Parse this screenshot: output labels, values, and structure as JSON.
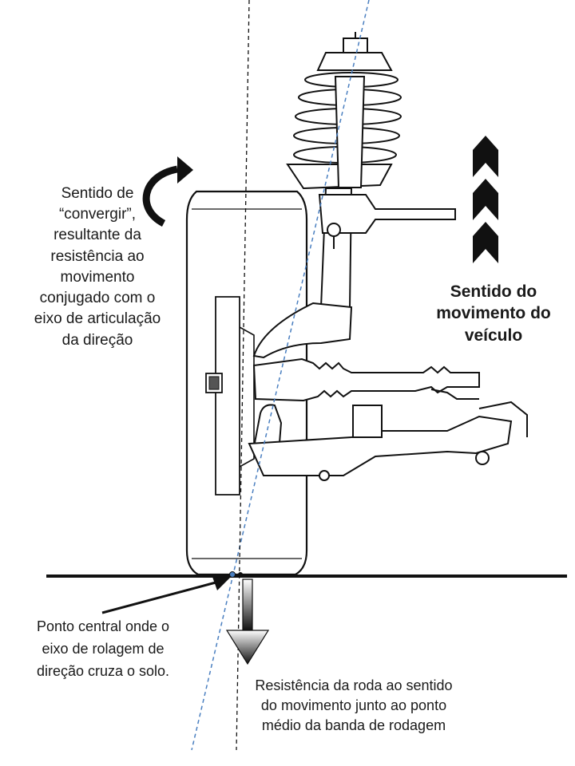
{
  "labels": {
    "steer_moment": [
      "Sentido de",
      "“convergir”,",
      "resultante da",
      "resistência ao",
      "movimento",
      "conjugado com o",
      "eixo de articulação",
      "da direção"
    ],
    "vehicle_direction": [
      "Sentido do",
      "movimento do",
      "veículo"
    ],
    "pivot_point": [
      "Ponto central onde o",
      "eixo de rolagem de",
      "direção cruza o solo."
    ],
    "tread_resistance": [
      "Resistência da roda ao sentido",
      "do movimento junto ao ponto",
      "médio da banda de rodagem"
    ]
  },
  "colors": {
    "ink": "#111111",
    "steering_axis": "#4a7fc0",
    "arrow_dark": "#111111",
    "arrow_light": "#ffffff"
  }
}
